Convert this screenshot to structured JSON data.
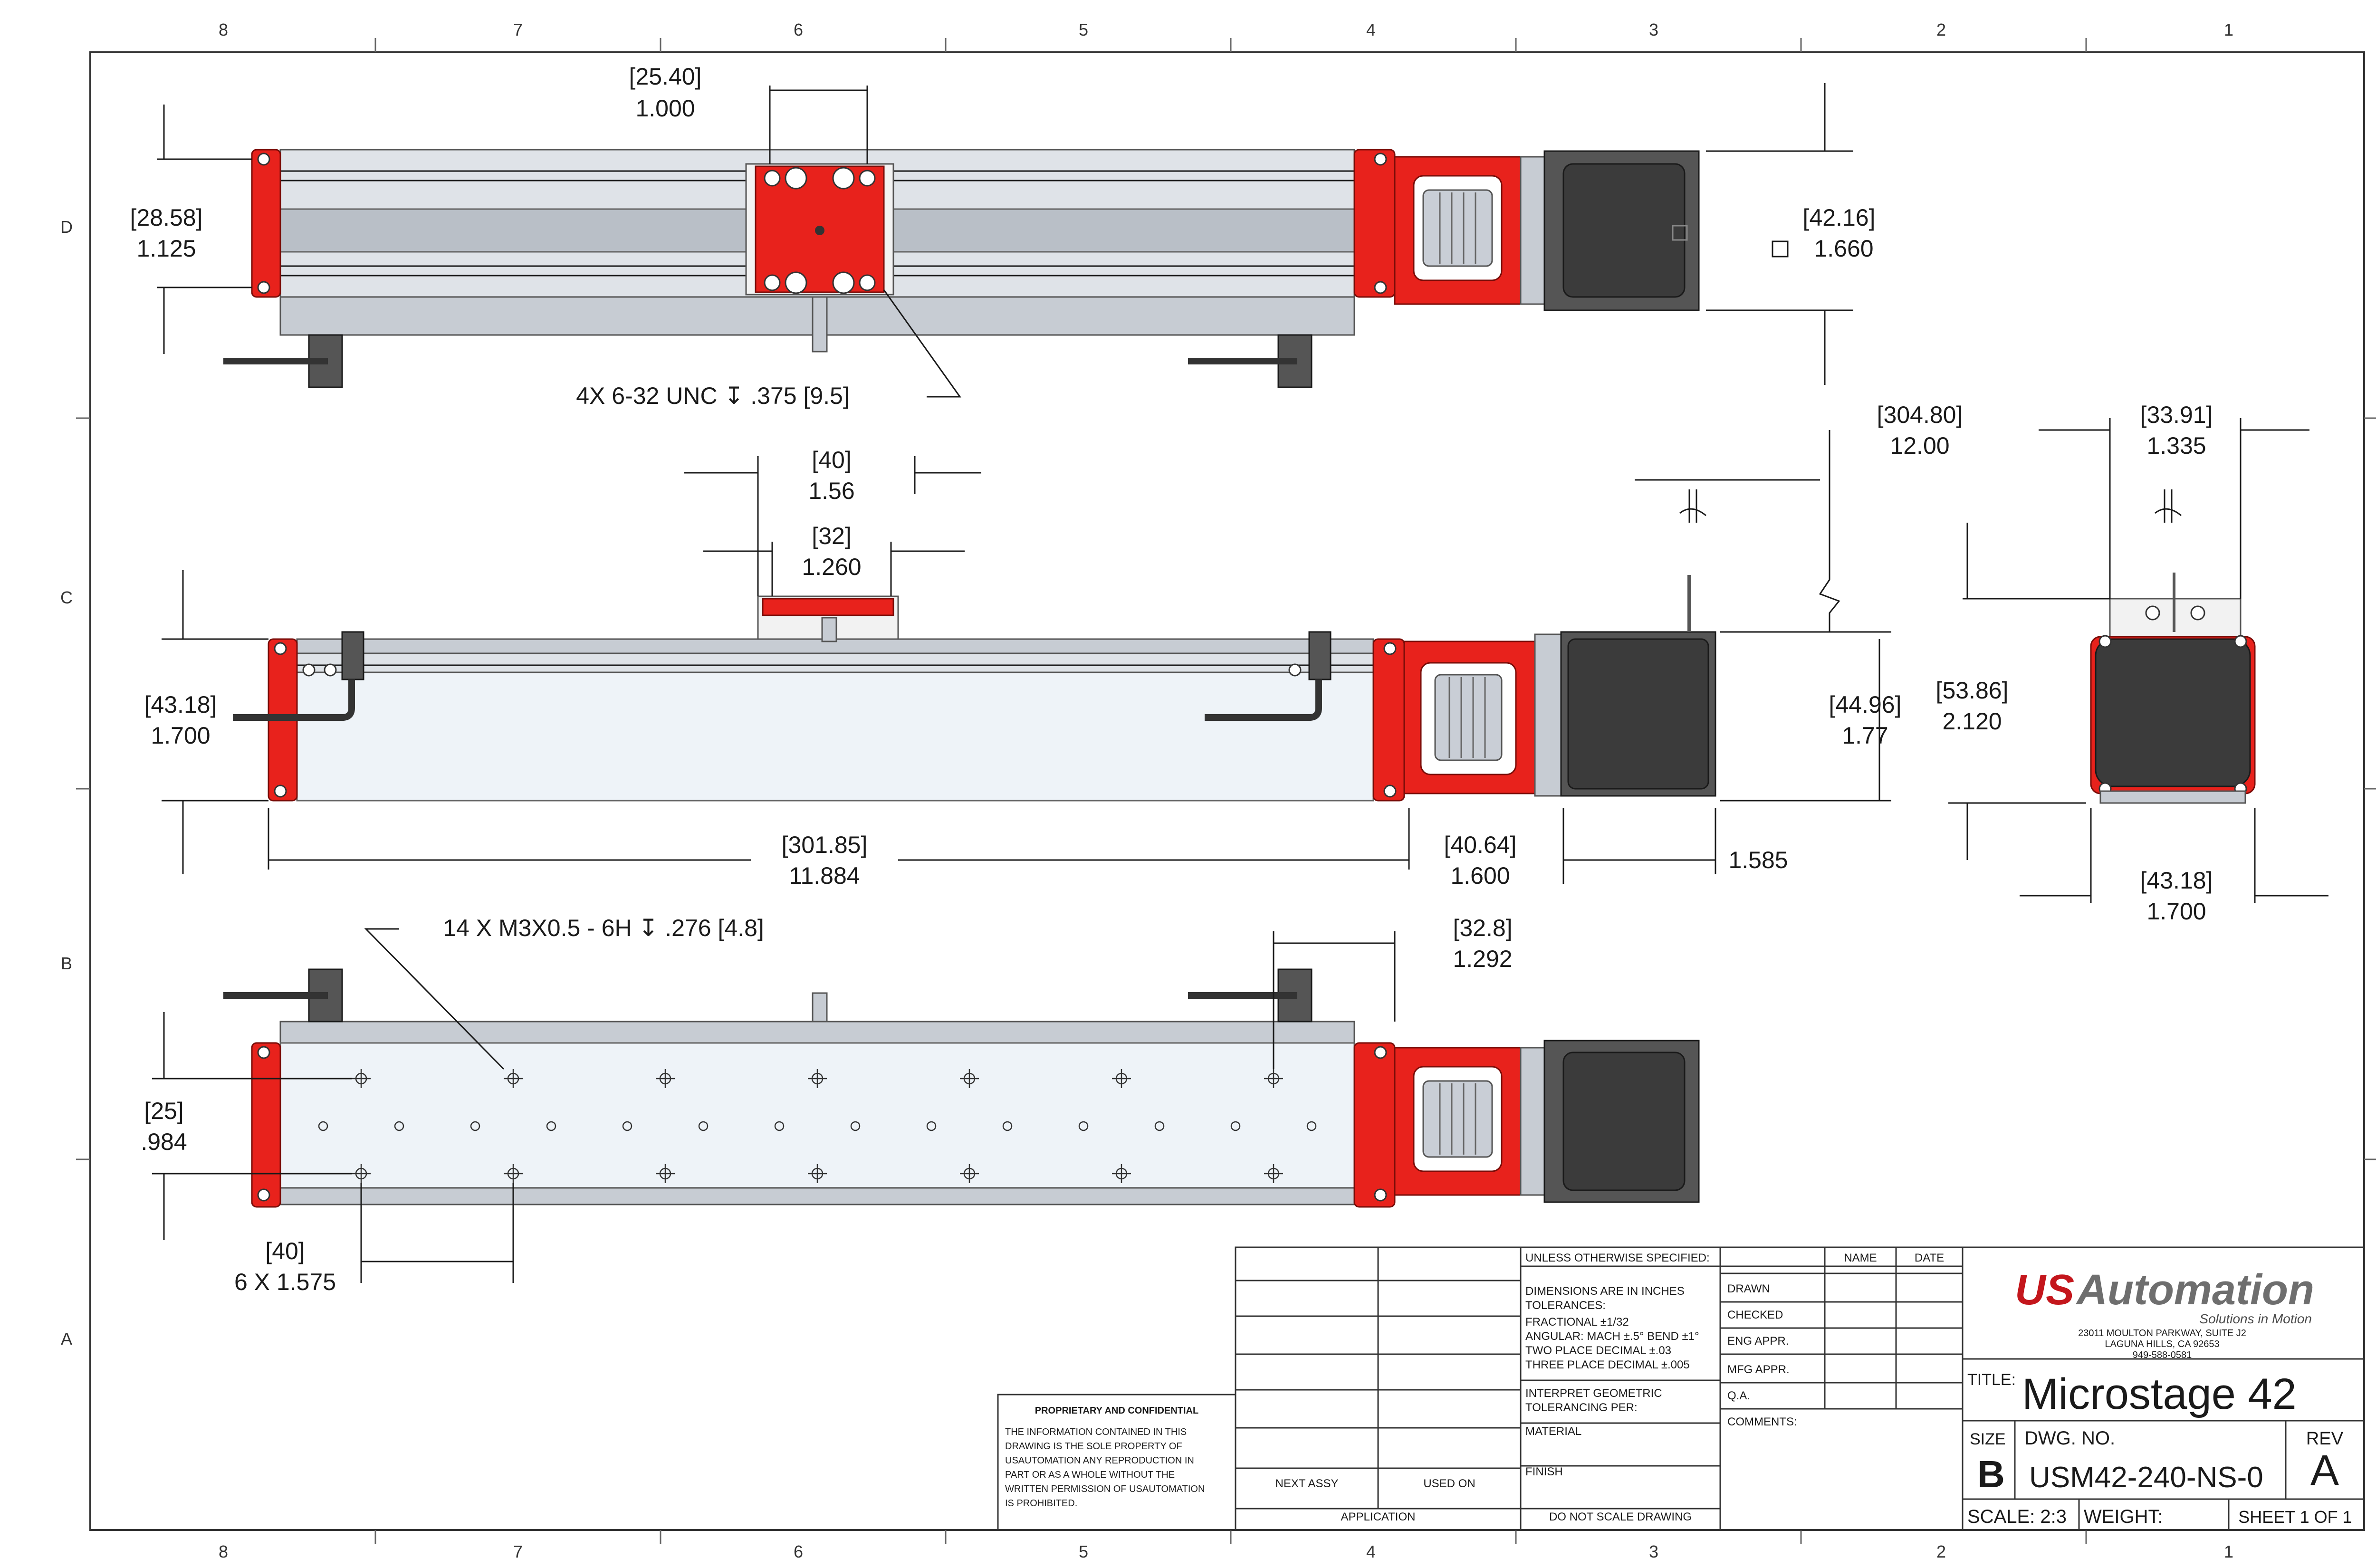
{
  "zones": {
    "columns": [
      "8",
      "7",
      "6",
      "5",
      "4",
      "3",
      "2",
      "1"
    ],
    "rows": [
      "D",
      "C",
      "B",
      "A"
    ]
  },
  "top_view": {
    "dim_carriage_width": {
      "metric": "[25.40]",
      "inch": "1.000"
    },
    "dim_rail_height": {
      "metric": "[28.58]",
      "inch": "1.125"
    },
    "dim_motor_square": {
      "metric": "[42.16]",
      "inch": "1.660"
    },
    "callout_holes": "4X 6-32 UNC  ↧ .375 [9.5]"
  },
  "side_view": {
    "dim_carriage_length": {
      "metric": "[40]",
      "inch": "1.56"
    },
    "dim_carriage_inner": {
      "metric": "[32]",
      "inch": "1.260"
    },
    "dim_body_height": {
      "metric": "[43.18]",
      "inch": "1.700"
    },
    "dim_body_length": {
      "metric": "[301.85]",
      "inch": "11.884"
    },
    "dim_motor_mount": {
      "metric": "[40.64]",
      "inch": "1.600"
    },
    "dim_motor_length": "1.585",
    "dim_cable_length": {
      "metric": "[304.80]",
      "inch": "12.00"
    },
    "dim_motor_height": {
      "metric": "[44.96]",
      "inch": "1.77"
    },
    "dim_overall_height": {
      "metric": "[53.86]",
      "inch": "2.120"
    }
  },
  "end_view": {
    "dim_top_width": {
      "metric": "[33.91]",
      "inch": "1.335"
    },
    "dim_bottom_width": {
      "metric": "[43.18]",
      "inch": "1.700"
    }
  },
  "bottom_view": {
    "callout_holes": "14 X M3X0.5 - 6H ↧ .276 [4.8]",
    "dim_end_offset": {
      "metric": "[32.8]",
      "inch": "1.292"
    },
    "dim_hole_spacing_y": {
      "metric": "[25]",
      "inch": ".984"
    },
    "dim_hole_pitch": {
      "metric": "[40]",
      "inch": "6 X 1.575"
    }
  },
  "title_block": {
    "unless_specified": "UNLESS OTHERWISE SPECIFIED:",
    "col_name": "NAME",
    "col_date": "DATE",
    "tolerance_lines": [
      "DIMENSIONS ARE IN INCHES",
      "TOLERANCES:",
      "FRACTIONAL ±1/32",
      "ANGULAR: MACH ±.5° BEND ±1°",
      "TWO PLACE DECIMAL    ±.03",
      "THREE PLACE DECIMAL  ±.005"
    ],
    "interpret": [
      "INTERPRET GEOMETRIC",
      "TOLERANCING PER:"
    ],
    "material": "MATERIAL",
    "finish": "FINISH",
    "do_not_scale": "DO NOT SCALE DRAWING",
    "next_assy": "NEXT ASSY",
    "used_on": "USED ON",
    "application": "APPLICATION",
    "approvals": [
      "DRAWN",
      "CHECKED",
      "ENG APPR.",
      "MFG APPR.",
      "Q.A."
    ],
    "comments": "COMMENTS:",
    "proprietary_title": "PROPRIETARY AND CONFIDENTIAL",
    "proprietary_lines": [
      "THE INFORMATION CONTAINED IN THIS",
      "DRAWING IS THE SOLE PROPERTY OF",
      "USAUTOMATION ANY REPRODUCTION IN",
      "PART OR AS A WHOLE WITHOUT THE",
      "WRITTEN PERMISSION OF USAUTOMATION",
      "IS PROHIBITED."
    ],
    "company_logo_us": "US",
    "company_logo_rest": "Automation",
    "company_tagline": "Solutions in Motion",
    "company_address": [
      "23011 MOULTON PARKWAY, SUITE J2",
      "LAGUNA HILLS, CA 92653",
      "949-588-0581"
    ],
    "title_label": "TITLE:",
    "title": "Microstage 42",
    "size_label": "SIZE",
    "size": "B",
    "dwg_label": "DWG.  NO.",
    "dwg_no": "USM42-240-NS-0",
    "rev_label": "REV",
    "rev": "A",
    "scale": "SCALE: 2:3",
    "weight": "WEIGHT:",
    "sheet": "SHEET 1 OF 1"
  },
  "colors": {
    "accent_red": "#e8221c",
    "aluminum": "#dfe3e8",
    "motor": "#3b3b3b",
    "logo_red": "#c4161c",
    "logo_gray": "#6e6e6e"
  }
}
